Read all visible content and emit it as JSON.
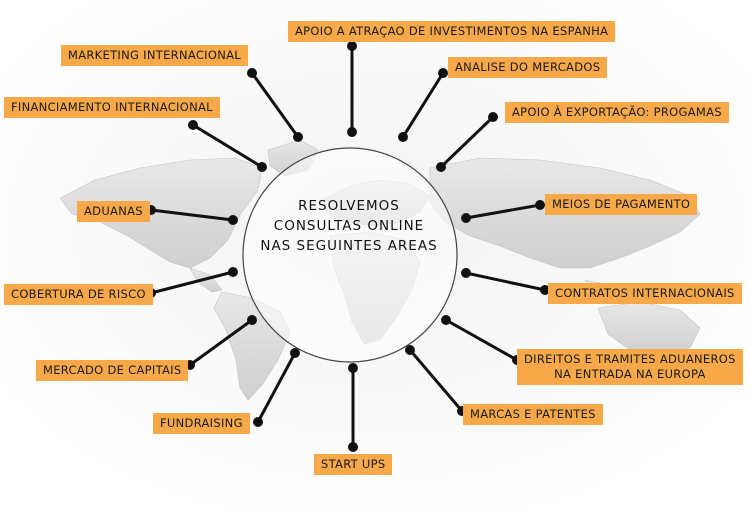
{
  "center": {
    "line1": "RESOLVEMOS",
    "line2": "CONSULTAS ONLINE",
    "line3": "NAS SEGUINTES AREAS"
  },
  "areas": {
    "apoio_atracao": "APOIO A ATRAÇAO DE INVESTIMENTOS NA ESPANHA",
    "marketing": "MARKETING INTERNACIONAL",
    "analise": "ANALISE DO MERCADOS",
    "financiamento": "FINANCIAMENTO INTERNACIONAL",
    "apoio_exportacao": "APOIO À EXPORTAÇÃO: PROGAMAS",
    "aduanas": "ADUANAS",
    "meios_pagamento": "MEIOS DE PAGAMENTO",
    "cobertura_risco": "COBERTURA DE RISCO",
    "contratos": "CONTRATOS INTERNACIONAIS",
    "mercado_capitais": "MERCADO DE CAPITAIS",
    "direitos_line1": "DIREITOS E TRAMITES ADUANEROS",
    "direitos_line2": "NA ENTRADA NA EUROPA",
    "fundraising": "FUNDRAISING",
    "marcas": "MARCAS E PATENTES",
    "start_ups": "START UPS"
  },
  "colors": {
    "label_bg": "#f7a94a",
    "connector": "#111111",
    "map": "#d9d9d9"
  }
}
